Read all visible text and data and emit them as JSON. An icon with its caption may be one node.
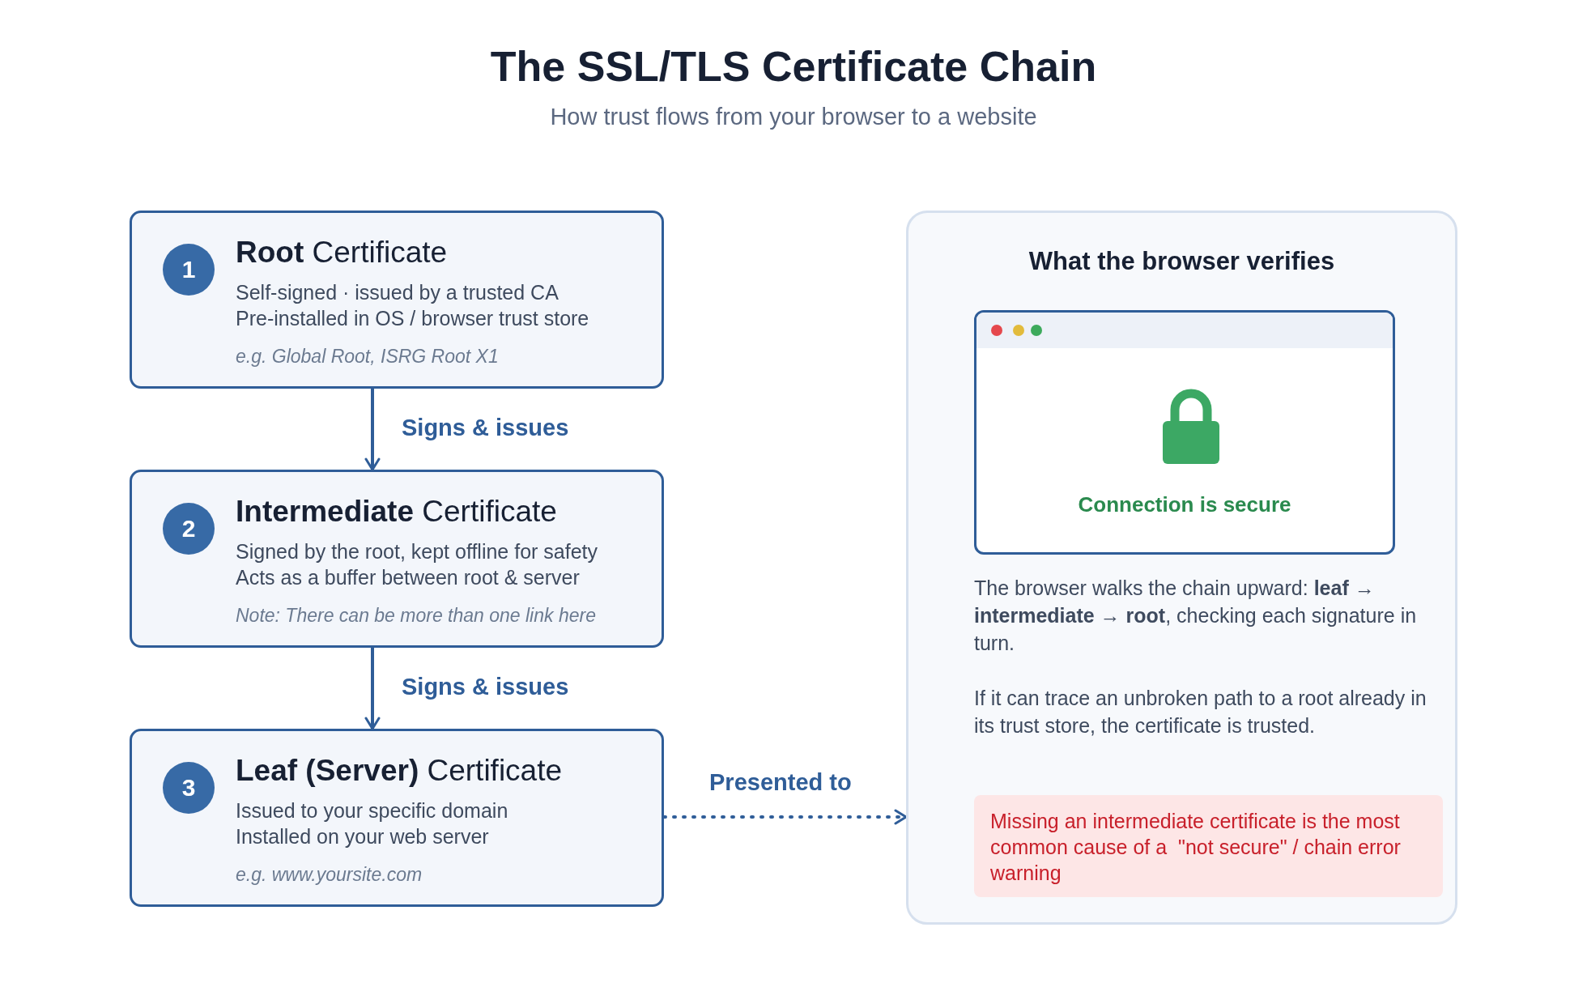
{
  "diagram": {
    "title": "The SSL/TLS Certificate Chain",
    "caption": "How trust flows from your browser to a website",
    "nodes": [
      {
        "text": [
          "**Root** Certificate",
          "Self-signed · issued by a trusted CA",
          "Pre-installed in OS / browser trust store",
          "e.g. Global Root, ISRG Root X1"
        ]
      },
      {
        "text": [
          "1"
        ],
        "in": 0
      },
      {
        "text": [
          "**Intermediate** Certificate",
          "Signed by the root, kept offline for safety",
          "Acts as a buffer between root & server",
          "Note: There can be more than one link here"
        ]
      },
      {
        "text": [
          "2"
        ],
        "in": 2
      },
      {
        "text": [
          "**Leaf (Server)** Certificate",
          "Issued to your specific domain",
          "Installed on your web server",
          "e.g. www.yoursite.com"
        ]
      },
      {
        "text": [
          "3"
        ],
        "in": 4
      },
      {
        "text": [
          "What the browser verifies",
          "The browser walks the chain upward: **leaf** → **intermediate** → **root**, checking each signature in turn.",
          "If it can trace an unbroken path to a root already in its trust store, the certificate is trusted."
        ]
      },
      {
        "text": [
          "Connection is secure"
        ],
        "in": 6
      },
      {
        "text": [
          "Missing an intermediate certificate is the most common cause of a  \"not secure\" / chain error warning"
        ],
        "in": 6
      }
    ],
    "edges": [
      {
        "from": 0,
        "to": 2,
        "arrow": "to",
        "label": "Signs & issues"
      },
      {
        "from": 2,
        "to": 4,
        "arrow": "to",
        "label": "Signs & issues"
      },
      {
        "from": 4,
        "to": 6,
        "arrow": "to",
        "label": "Presented to",
        "style": "dashed"
      }
    ]
  }
}
